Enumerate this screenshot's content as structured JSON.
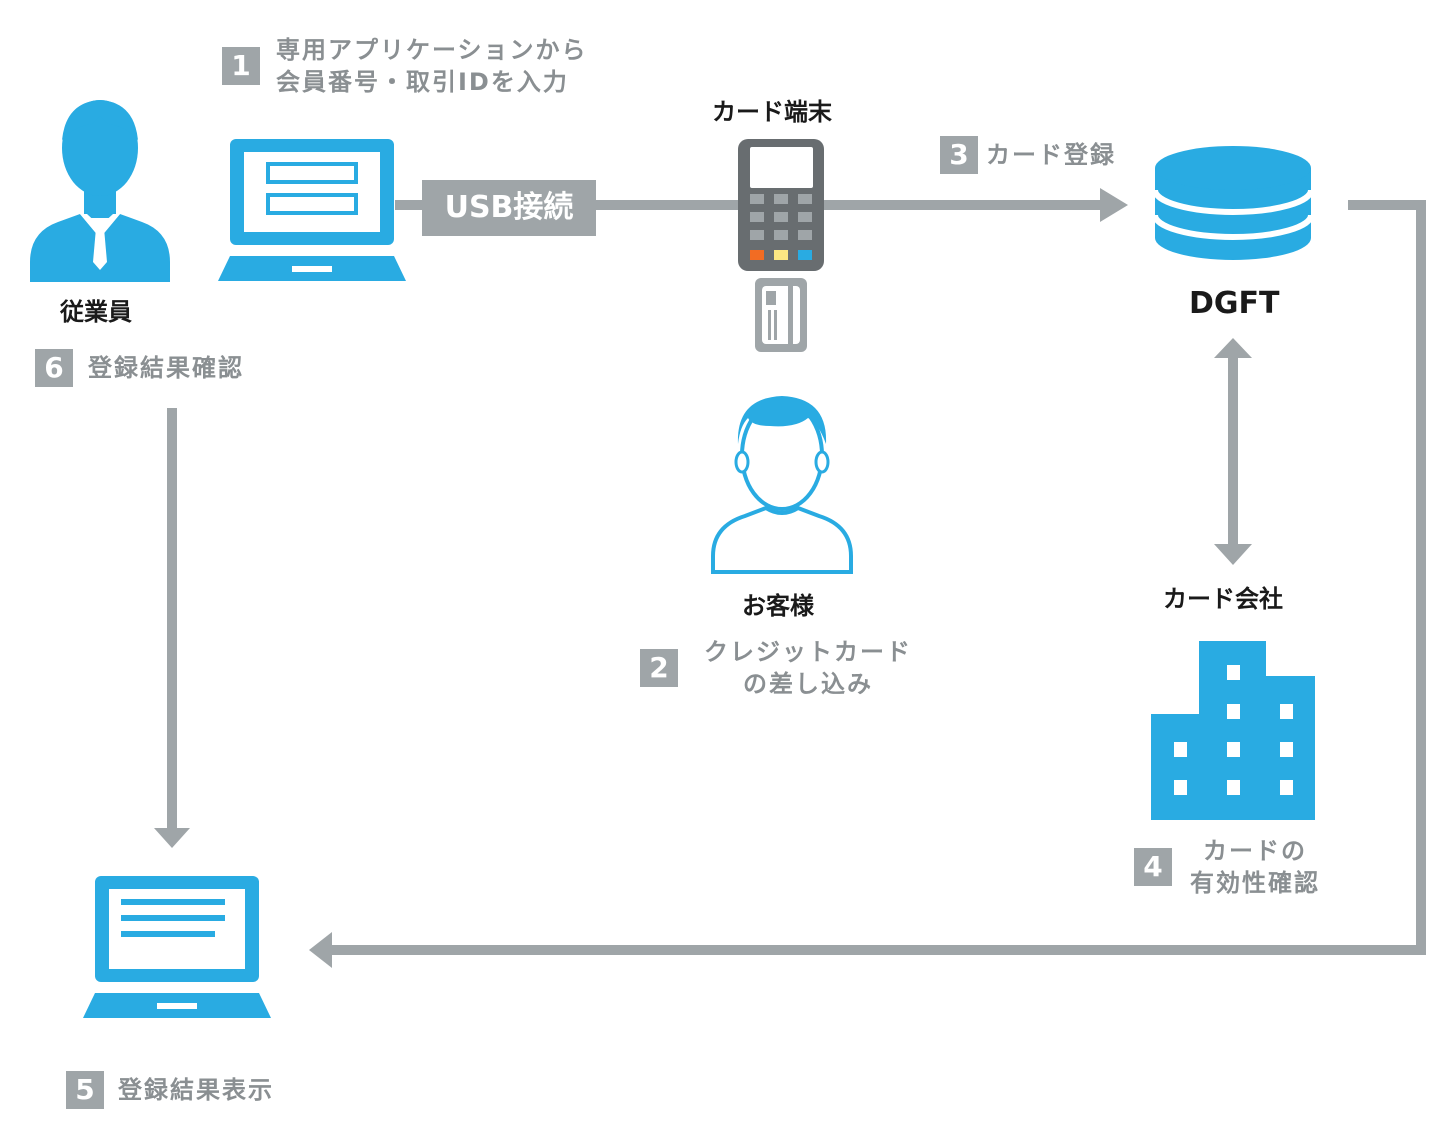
{
  "colors": {
    "accent": "#29abe2",
    "arrow": "#9fa5a8",
    "badge": "#9fa5a8",
    "step_text": "#8a8f92",
    "label": "#1a1a1a"
  },
  "actors": {
    "employee": {
      "label": "従業員",
      "icon": "employee-icon"
    },
    "customer": {
      "label": "お客様",
      "icon": "customer-icon"
    }
  },
  "devices": {
    "card_terminal": {
      "label": "カード端末",
      "icon": "card-terminal-icon"
    },
    "dgft": {
      "label": "DGFT",
      "icon": "database-icon"
    },
    "card_company": {
      "label": "カード会社",
      "icon": "building-icon"
    },
    "credit_card": {
      "icon": "credit-card-icon"
    }
  },
  "connection": {
    "label": "USB接続"
  },
  "steps": [
    {
      "number": "1",
      "lines": [
        "専用アプリケーションから",
        "会員番号・取引IDを入力"
      ]
    },
    {
      "number": "2",
      "lines": [
        "クレジットカード",
        "の差し込み"
      ]
    },
    {
      "number": "3",
      "lines": [
        "カード登録"
      ]
    },
    {
      "number": "4",
      "lines": [
        "カードの",
        "有効性確認"
      ]
    },
    {
      "number": "5",
      "lines": [
        "登録結果表示"
      ]
    },
    {
      "number": "6",
      "lines": [
        "登録結果確認"
      ]
    }
  ]
}
